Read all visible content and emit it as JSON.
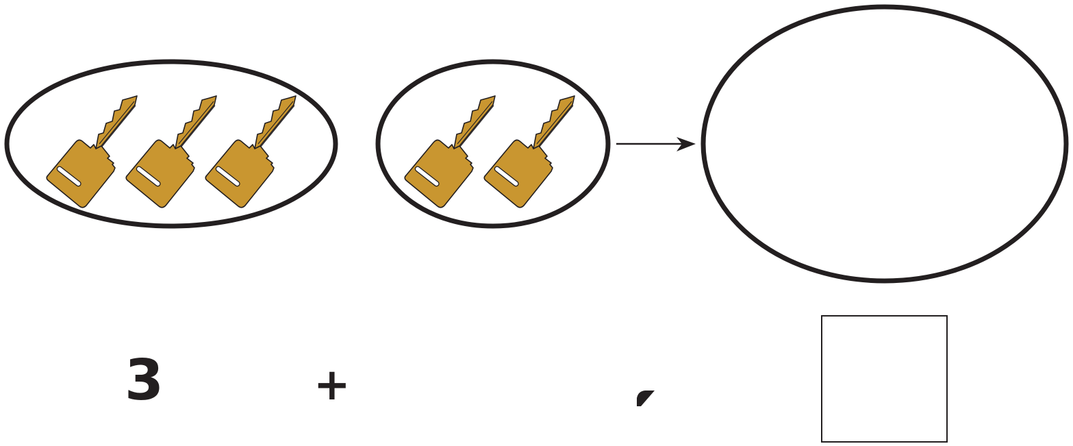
{
  "groups": [
    {
      "name": "group-a",
      "count": 3
    },
    {
      "name": "group-b",
      "count": 2
    },
    {
      "name": "result",
      "count": 0
    }
  ],
  "equation": {
    "first_number": "3",
    "operator": "+",
    "second_number": "",
    "answer": ""
  },
  "icons": {
    "item": "key-icon",
    "arrow": "arrow-right-icon"
  },
  "colors": {
    "key_fill": "#c99630",
    "key_stroke": "#231f20",
    "outline": "#231f20",
    "background": "#ffffff"
  }
}
